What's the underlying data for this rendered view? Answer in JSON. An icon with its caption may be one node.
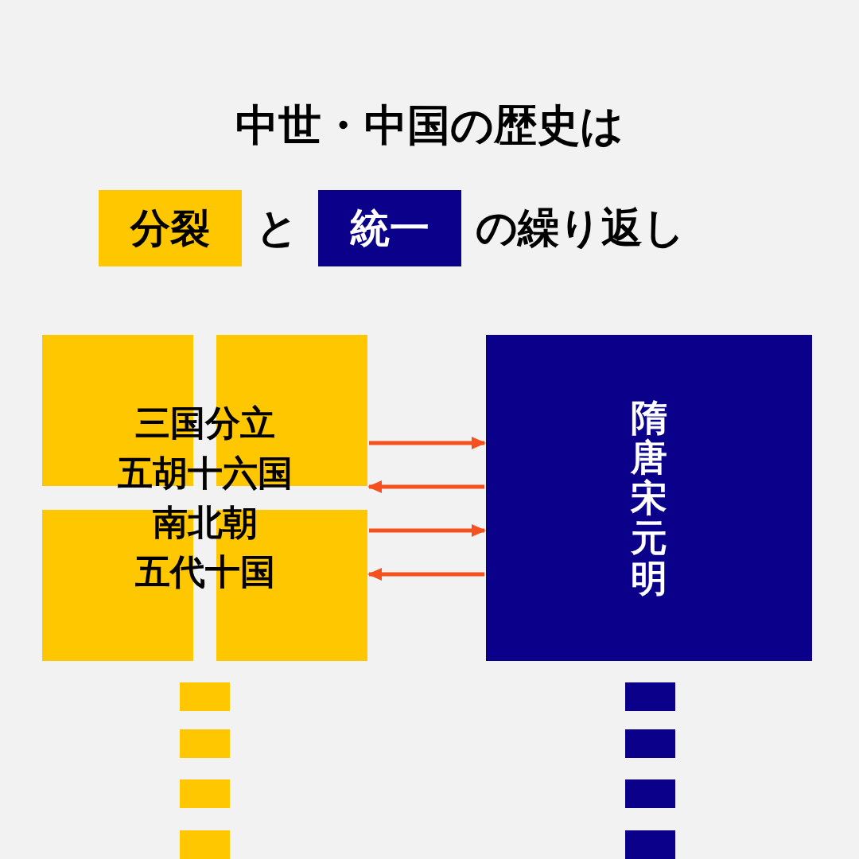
{
  "diagram": {
    "title": "中世・中国の歴史は",
    "nodes": [
      {
        "text": [
          "分裂"
        ]
      },
      {
        "text": [
          "統一"
        ]
      },
      {
        "text": [
          "三国分立",
          "五胡十六国",
          "南北朝",
          "五代十国"
        ]
      },
      {
        "text": [
          "隋唐宋元明"
        ]
      }
    ],
    "edges": [
      {
        "from": 2,
        "to": 3,
        "arrow": "to"
      },
      {
        "from": 3,
        "to": 2,
        "arrow": "to"
      },
      {
        "from": 2,
        "to": 3,
        "arrow": "to"
      },
      {
        "from": 3,
        "to": 2,
        "arrow": "to"
      }
    ],
    "labels": [
      "と",
      "の繰り返し"
    ]
  }
}
